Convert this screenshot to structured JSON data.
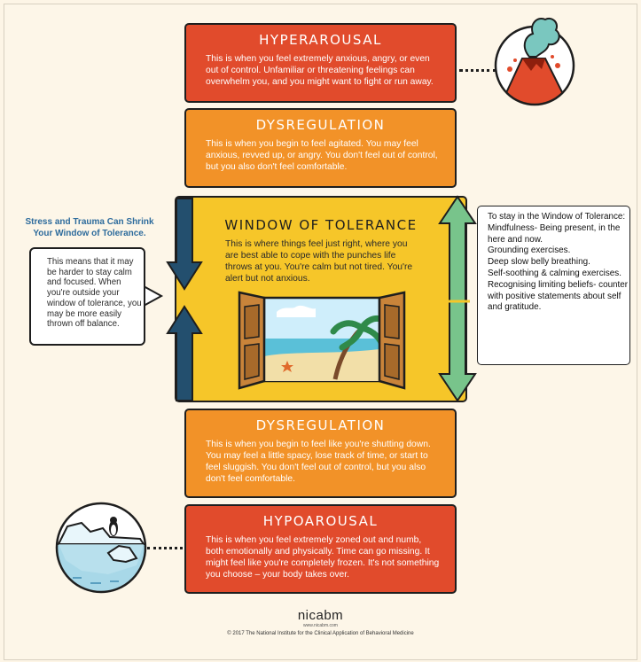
{
  "hyperarousal": {
    "title": "HYPERAROUSAL",
    "desc": "This is when you feel extremely anxious, angry, or even out of control. Unfamiliar or threatening feelings can overwhelm you, and you might want to fight or run away."
  },
  "dysregulation_top": {
    "title": "DYSREGULATION",
    "desc": "This is when you begin to feel agitated. You may feel anxious, revved up, or angry.  You don't feel out of control, but you also don't feel comfortable."
  },
  "window": {
    "title": "WINDOW OF TOLERANCE",
    "desc": "This is where things feel just right, where you are best able to cope with the punches life throws at you. You're calm but not tired. You're alert but not anxious."
  },
  "dysregulation_bottom": {
    "title": "DYSREGULATION",
    "desc": "This is when you begin to feel like you're shutting down. You may feel a little spacy, lose track of time, or start to feel sluggish. You don't feel out of control, but you also don't feel comfortable."
  },
  "hypoarousal": {
    "title": "HYPOAROUSAL",
    "desc": "This is when you feel extremely zoned out and numb, both emotionally and physically. Time can go missing. It might feel like you're completely frozen. It's not something you choose – your body takes over."
  },
  "side": {
    "title": "Stress and Trauma Can Shrink Your Window of Tolerance.",
    "bubble": "This means that it may be harder to stay calm and focused. When you're outside your window of tolerance, you may be more easily thrown off balance."
  },
  "tips": {
    "lines": [
      "To stay in the Window of Tolerance:",
      "Mindfulness- Being present, in the here and now.",
      "Grounding exercises.",
      "Deep slow belly breathing.",
      "Self-soothing & calming exercises.",
      "Recognising limiting beliefs- counter with positive statements about self and gratitude."
    ]
  },
  "footer": {
    "logo": "nicabm",
    "url": "www.nicabm.com",
    "copyright": "©  2017  The National Institute for the Clinical Application of Behavioral Medicine"
  },
  "colors": {
    "red": "#e14b2c",
    "orange": "#f29228",
    "yellow": "#f6c629",
    "blue_arrow": "#234f6e",
    "green_arrow": "#78c48b",
    "side_title": "#2d6b9c"
  },
  "icons": [
    "volcano-icon",
    "iceberg-penguin-icon",
    "open-window-beach-icon",
    "down-arrow-icon",
    "up-arrow-icon",
    "double-arrow-icon"
  ]
}
